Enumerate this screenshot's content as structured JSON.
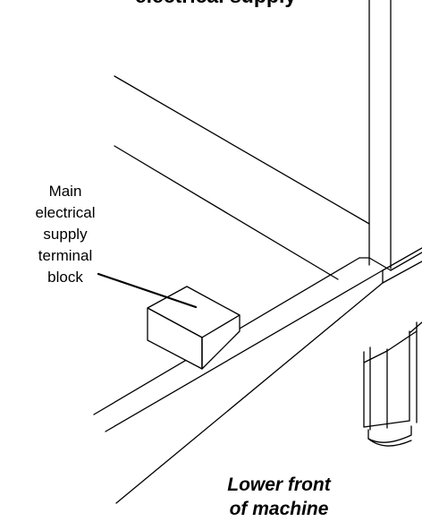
{
  "heading": {
    "text": "electrical supply"
  },
  "label": {
    "lines": [
      "Main",
      "electrical",
      "supply",
      "terminal",
      "block"
    ]
  },
  "caption": {
    "lines": [
      "Lower front",
      "of machine"
    ]
  }
}
